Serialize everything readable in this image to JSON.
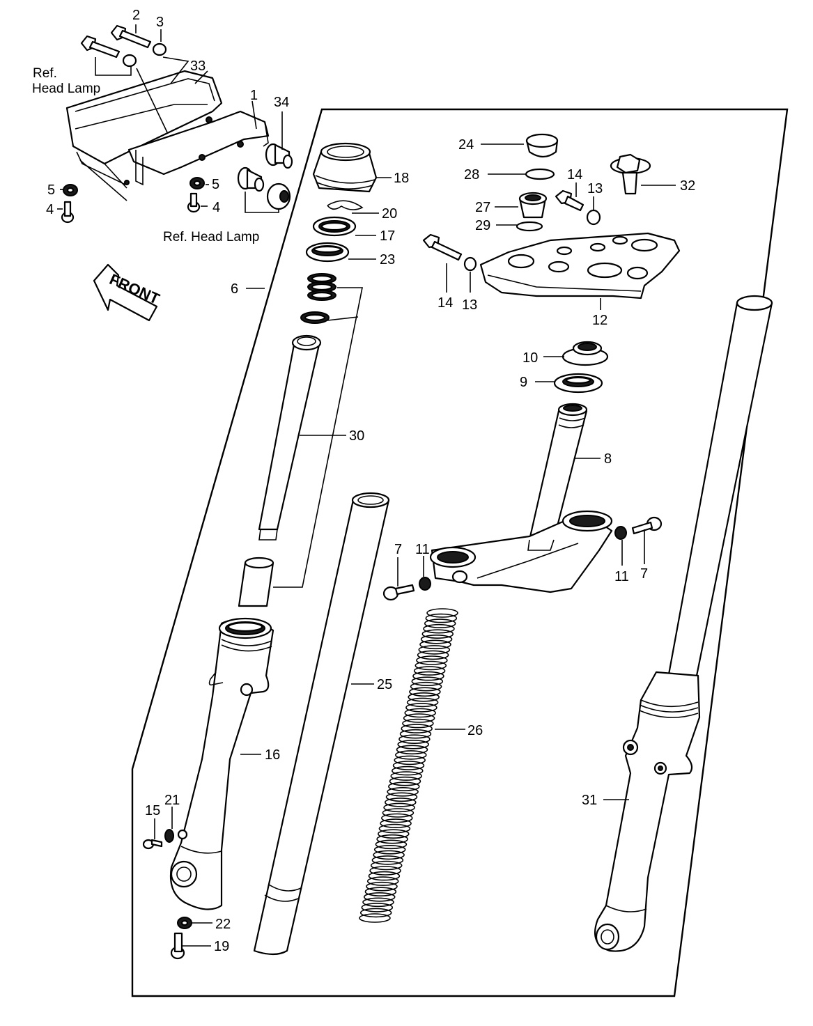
{
  "diagram": {
    "front_arrow": "FRONT",
    "ref_labels": {
      "head_lamp_top": [
        "Ref.",
        "Head Lamp"
      ],
      "head_lamp_bottom": "Ref.  Head Lamp"
    },
    "callouts": {
      "c2": "2",
      "c3": "3",
      "c33": "33",
      "c1": "1",
      "c34": "34",
      "c5a": "5",
      "c4a": "4",
      "c5b": "5",
      "c4b": "4",
      "c6": "6",
      "c18": "18",
      "c20": "20",
      "c17": "17",
      "c23": "23",
      "c30": "30",
      "c24": "24",
      "c28": "28",
      "c32": "32",
      "c14a": "14",
      "c13a": "13",
      "c27": "27",
      "c29": "29",
      "c14b": "14",
      "c13b": "13",
      "c12": "12",
      "c10": "10",
      "c9": "9",
      "c8": "8",
      "c7a": "7",
      "c11a": "11",
      "c11b": "11",
      "c7b": "7",
      "c25": "25",
      "c26": "26",
      "c16": "16",
      "c31": "31",
      "c15": "15",
      "c21": "21",
      "c22": "22",
      "c19": "19"
    },
    "colors": {
      "line": "#000000",
      "background": "#ffffff"
    }
  }
}
